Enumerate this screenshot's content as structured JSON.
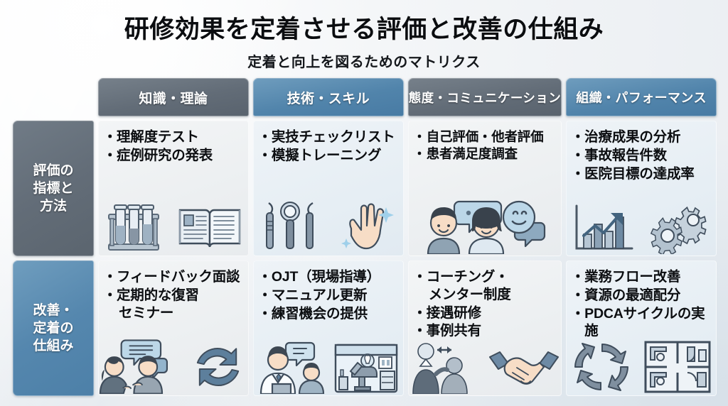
{
  "header": {
    "title": "研修効果を定着させる評価と改善の仕組み",
    "subtitle": "定着と向上を図るためのマトリクス"
  },
  "matrix": {
    "columns": [
      {
        "label": "知識・理論",
        "color": "#626c77",
        "style": "gray"
      },
      {
        "label": "技術・スキル",
        "color": "#5184ab",
        "style": "blue"
      },
      {
        "label": "態度・コミュニケーション",
        "color": "#626c77",
        "style": "gray"
      },
      {
        "label": "組織・パフォーマンス",
        "color": "#5184ab",
        "style": "blue"
      }
    ],
    "rows": [
      {
        "label_lines": [
          "評価の",
          "指標と",
          "方法"
        ],
        "label": "評価の指標と方法",
        "color": "#636d78",
        "style": "gray",
        "cells": [
          {
            "items": [
              "理解度テスト",
              "症例研究の発表"
            ],
            "icons": [
              "test-tube-rack-icon",
              "open-book-icon"
            ]
          },
          {
            "items": [
              "実技チェックリスト",
              "模擬トレーニング"
            ],
            "icons": [
              "dental-instruments-icon",
              "sparkling-hand-icon"
            ]
          },
          {
            "items": [
              "自己評価・他者評価",
              "患者満足度調査"
            ],
            "icons": [
              "two-people-speech-bubbles-icon"
            ]
          },
          {
            "items": [
              "治療成果の分析",
              "事故報告件数",
              "医院目標の達成率"
            ],
            "icons": [
              "growth-bar-chart-icon",
              "gears-icon"
            ]
          }
        ]
      },
      {
        "label_lines": [
          "改善・",
          "定着の",
          "仕組み"
        ],
        "label": "改善・定着の仕組み",
        "color": "#5587ae",
        "style": "blue",
        "cells": [
          {
            "items": [
              "フィードバック面談",
              "定期的な復習"
            ],
            "continuation": "セミナー",
            "icons": [
              "interview-discussion-icon",
              "refresh-cycle-icon"
            ]
          },
          {
            "items": [
              "OJT（現場指導）",
              "マニュアル更新",
              "練習機会の提供"
            ],
            "icons": [
              "doctor-trainee-icon",
              "dental-clinic-room-icon"
            ]
          },
          {
            "items": [
              "コーチング・",
              "接遇研修",
              "事例共有"
            ],
            "continuation_after_first": "メンター制度",
            "icons": [
              "mentor-mentee-icon",
              "handshake-icon"
            ]
          },
          {
            "items": [
              "業務フロー改善",
              "資源の最適配分",
              "PDCAサイクルの実施"
            ],
            "icons": [
              "pdca-cycle-icon",
              "floor-plan-icon"
            ]
          }
        ]
      }
    ]
  }
}
